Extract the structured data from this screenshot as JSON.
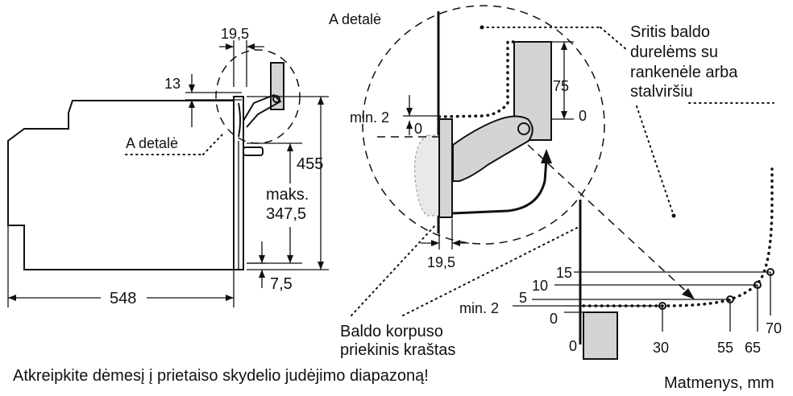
{
  "labels": {
    "detail_title": "A detalė",
    "detail_ref": "A detalė",
    "area_note_1": "Sritis baldo",
    "area_note_2": "durelėms su",
    "area_note_3": "rankenėle arba",
    "area_note_4": "stalviršiu",
    "cabinet_edge_1": "Baldo korpuso",
    "cabinet_edge_2": "priekinis kraštas",
    "warning": "Atkreipkite dėmesį į prietaiso skydelio judėjimo diapazoną!",
    "units": "Matmenys, mm"
  },
  "dimensions": {
    "top_width": "19,5",
    "top_offset": "13",
    "height_total": "455",
    "max_label": "maks.",
    "max_value": "347,5",
    "bottom_gap": "7,5",
    "depth": "548",
    "detail_min": "min. 2",
    "detail_zero": "0",
    "detail_75": "75",
    "detail_zero_right": "0",
    "detail_bottom": "19,5"
  },
  "graph": {
    "y_ticks": [
      "15",
      "10",
      "min. 2",
      "5",
      "0"
    ],
    "x_ticks": [
      "0",
      "30",
      "55",
      "65",
      "70"
    ]
  }
}
